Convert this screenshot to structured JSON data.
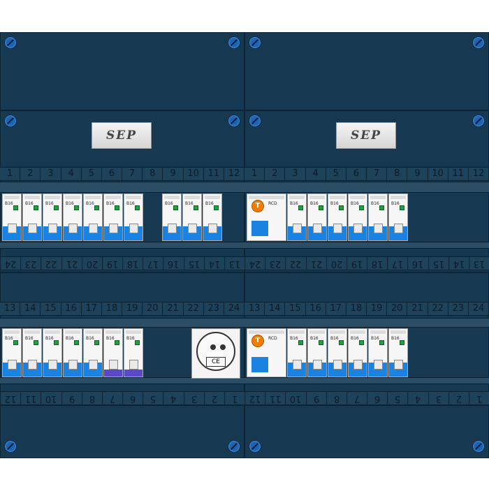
{
  "brand": {
    "logo_text": "SEP"
  },
  "numbers": {
    "top_strip": [
      "1",
      "2",
      "3",
      "4",
      "5",
      "6",
      "7",
      "8",
      "9",
      "10",
      "11",
      "12"
    ],
    "mid_flipped": [
      "24",
      "23",
      "22",
      "21",
      "20",
      "19",
      "18",
      "17",
      "16",
      "15",
      "14",
      "13"
    ],
    "lower_strip": [
      "13",
      "14",
      "15",
      "16",
      "17",
      "18",
      "19",
      "20",
      "21",
      "22",
      "23",
      "24"
    ],
    "bottom_flipped": [
      "12",
      "11",
      "10",
      "9",
      "8",
      "7",
      "6",
      "5",
      "4",
      "3",
      "2",
      "1"
    ]
  },
  "modules": {
    "mcb_label": "B16",
    "rcd_label": "RCD",
    "rcd_button": "T",
    "socket_mark": "CE"
  },
  "colors": {
    "panel": "#163850",
    "screw": "#1b63b3",
    "module_blue": "#1a82e0",
    "test_button": "#f07d00",
    "toggle_green": "#1ea043"
  }
}
